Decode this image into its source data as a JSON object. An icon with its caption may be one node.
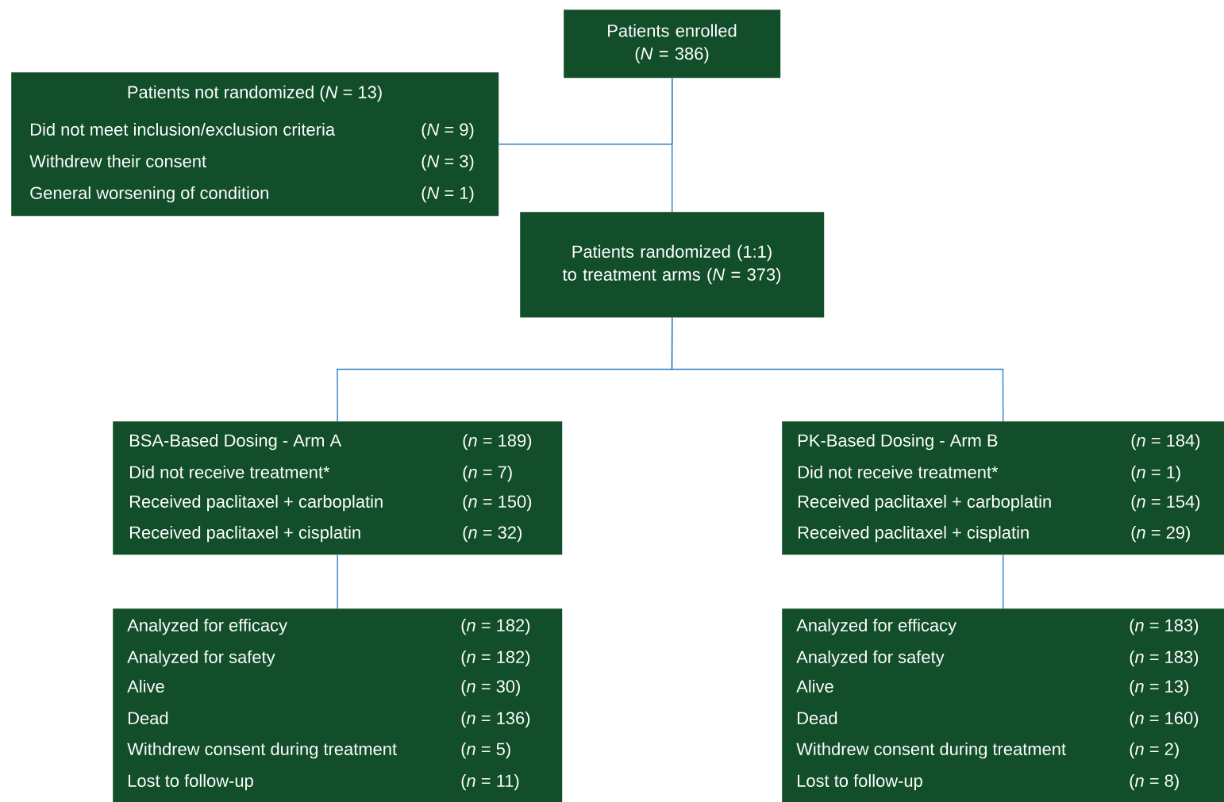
{
  "diagram": {
    "nodes": [
      {
        "text": [
          "Patients enrolled (*N* = 386)"
        ]
      },
      {
        "text": [
          "Patients not randomized (*N* = 13)",
          "Did not meet inclusion/exclusion criteria",
          "(*N* = 9)",
          "Withdrew their consent",
          "(*N* = 3)",
          "General worsening of condition",
          "(*N* = 1)"
        ]
      },
      {
        "text": [
          "Patients randomized (1:1) to treatment arms (*N* = 373)"
        ]
      },
      {
        "text": [
          "BSA-Based Dosing - Arm A",
          "(*n* = 189)",
          "Did not receive treatment*",
          "(*n* = 7)",
          "Received paclitaxel + carboplatin",
          "(*n* = 150)",
          "Received paclitaxel + cisplatin",
          "(*n* = 32)"
        ]
      },
      {
        "text": [
          "PK-Based Dosing - Arm B",
          "(*n* = 184)",
          "Did not receive treatment*",
          "(*n* = 1)",
          "Received paclitaxel + carboplatin",
          "(*n* = 154)",
          "Received paclitaxel + cisplatin",
          "(*n* = 29)"
        ]
      },
      {
        "text": [
          "Analyzed for efficacy",
          "(*n* = 182)",
          "Analyzed for safety",
          "(*n* = 182)",
          "Alive",
          "(*n* = 30)",
          "Dead",
          "(*n* = 136)",
          "Withdrew consent during treatment",
          "(*n* = 5)",
          "Lost to follow-up",
          "(*n* = 11)"
        ]
      },
      {
        "text": [
          "Analyzed for efficacy",
          "(*n* = 183)",
          "Analyzed for safety",
          "(*n* = 183)",
          "Alive",
          "(*n* = 13)",
          "Dead",
          "(*n* = 160)",
          "Withdrew consent during treatment",
          "(*n* = 2)",
          "Lost to follow-up",
          "(*n* = 8)"
        ]
      }
    ],
    "edges": [
      {
        "from": 0,
        "to": 2,
        "arrow": "none"
      },
      {
        "from": 0,
        "to": 1,
        "arrow": "none"
      },
      {
        "from": 2,
        "to": 3,
        "arrow": "none"
      },
      {
        "from": 2,
        "to": 4,
        "arrow": "none"
      },
      {
        "from": 3,
        "to": 5,
        "arrow": "none"
      },
      {
        "from": 4,
        "to": 6,
        "arrow": "none"
      }
    ]
  }
}
